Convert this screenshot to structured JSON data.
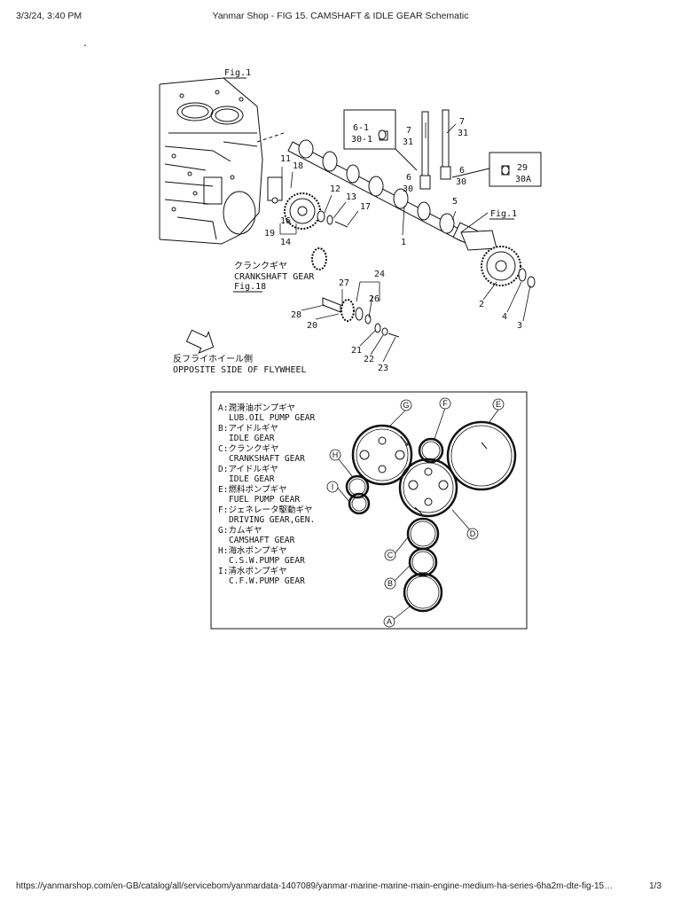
{
  "header": {
    "datetime": "3/3/24, 3:40 PM",
    "title": "Yanmar Shop - FIG 15. CAMSHAFT & IDLE GEAR Schematic"
  },
  "footer": {
    "url": "https://yanmarshop.com/en-GB/catalog/all/servicebom/yanmardata-1407089/yanmar-marine-marine-main-engine-medium-ha-series-6ha2m-dte-fig-15…",
    "page": "1/3"
  },
  "exploded_view": {
    "fig1_top": "Fig.1",
    "fig1_right": "Fig.1",
    "crank_jp": "クランクギヤ",
    "crank_en": "CRANKSHAFT GEAR",
    "fig18": "Fig.18",
    "opp_jp": "反フライホイール側",
    "opp_en": "OPPOSITE SIDE OF FLYWHEEL",
    "part_numbers": {
      "p6_1": "6-1",
      "p30_1": "30-1",
      "p7a": "7",
      "p31a": "31",
      "p7b": "7",
      "p31b": "31",
      "p6a": "6",
      "p30a": "30",
      "p6b": "6",
      "p30b": "30",
      "p29": "29",
      "p30A": "30A",
      "p5": "5",
      "p11": "11",
      "p18": "18",
      "p12": "12",
      "p13": "13",
      "p17": "17",
      "p16": "16",
      "p19": "19",
      "p14": "14",
      "p1": "1",
      "p2": "2",
      "p4": "4",
      "p3": "3",
      "p24": "24",
      "p27": "27",
      "p26": "26",
      "p28": "28",
      "p20": "20",
      "p21": "21",
      "p22": "22",
      "p23": "23"
    }
  },
  "gear_legend": [
    {
      "jp": "A:潤滑油ポンプギヤ",
      "en": "LUB.OIL PUMP GEAR"
    },
    {
      "jp": "B:アイドルギヤ",
      "en": "IDLE GEAR"
    },
    {
      "jp": "C:クランクギヤ",
      "en": "CRANKSHAFT GEAR"
    },
    {
      "jp": "D:アイドルギヤ",
      "en": "IDLE GEAR"
    },
    {
      "jp": "E:燃料ポンプギヤ",
      "en": "FUEL PUMP GEAR"
    },
    {
      "jp": "F:ジェネレータ駆動ギヤ",
      "en": "DRIVING GEAR,GEN."
    },
    {
      "jp": "G:カムギヤ",
      "en": "CAMSHAFT GEAR"
    },
    {
      "jp": "H:海水ポンプギヤ",
      "en": "C.S.W.PUMP GEAR"
    },
    {
      "jp": "I:清水ポンプギヤ",
      "en": "C.F.W.PUMP GEAR"
    }
  ],
  "gear_tags": {
    "G": "G",
    "F": "F",
    "E": "E",
    "H": "H",
    "I": "I",
    "D": "D",
    "C": "C",
    "B": "B",
    "A": "A"
  },
  "page_mark": "."
}
